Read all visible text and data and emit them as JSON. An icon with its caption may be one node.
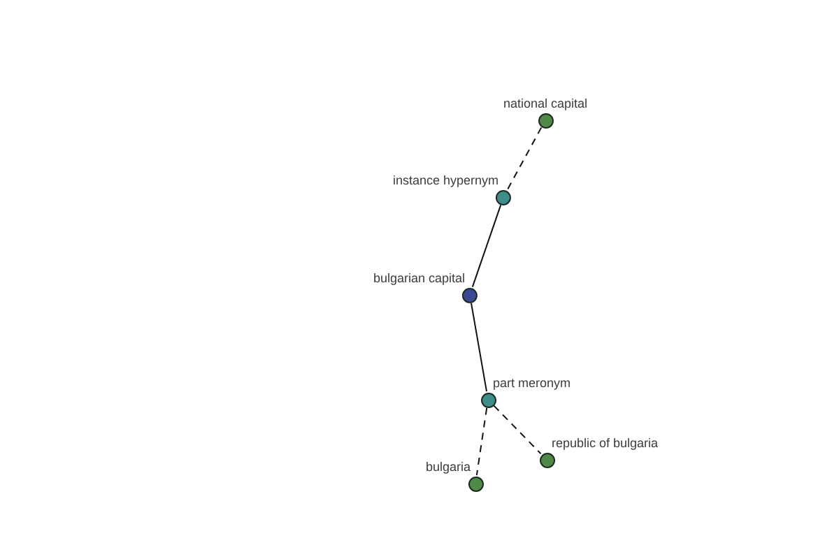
{
  "diagram": {
    "nodes": [
      {
        "text": [
          "national capital"
        ]
      },
      {
        "text": [
          "instance hypernym"
        ]
      },
      {
        "text": [
          "bulgarian capital"
        ]
      },
      {
        "text": [
          "part meronym"
        ]
      },
      {
        "text": [
          "republic of bulgaria"
        ]
      },
      {
        "text": [
          "bulgaria"
        ]
      }
    ],
    "edges": [
      {
        "from": 0,
        "to": 1,
        "arrow": "none",
        "style": "dashed"
      },
      {
        "from": 1,
        "to": 2,
        "arrow": "none"
      },
      {
        "from": 2,
        "to": 3,
        "arrow": "none"
      },
      {
        "from": 3,
        "to": 4,
        "arrow": "none",
        "style": "dashed"
      },
      {
        "from": 3,
        "to": 5,
        "arrow": "none",
        "style": "dashed"
      }
    ]
  }
}
